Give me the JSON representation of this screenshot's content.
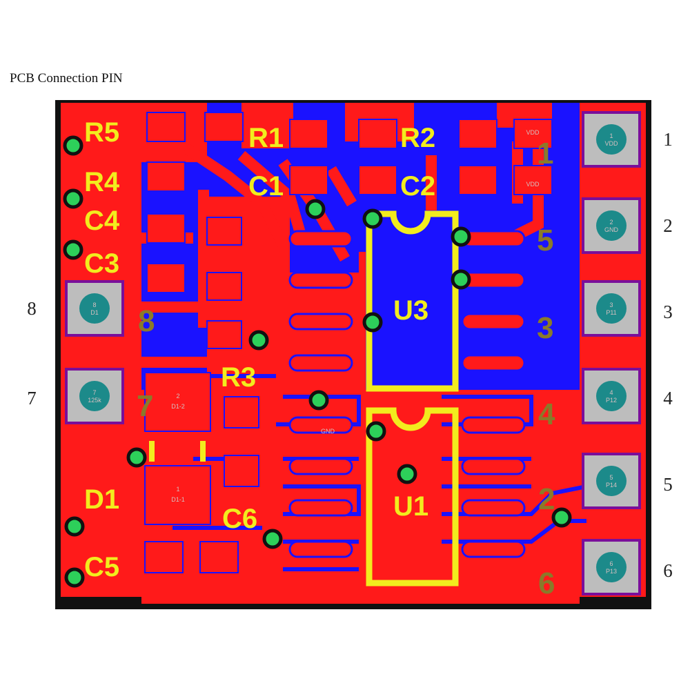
{
  "title": "PCB Connection PIN",
  "colors": {
    "board_bg": "#111111",
    "copper_top": "#ff1a1a",
    "copper_bottom": "#1a12ff",
    "silkscreen": "#f2ec1e",
    "via": "#2dd05a",
    "pad_gray": "#bdbdbd",
    "pad_outline": "#7a0e9a",
    "pad_center": "#1c8a8a",
    "legend_olive": "#8a7a2a"
  },
  "designators": {
    "r5": "R5",
    "r4": "R4",
    "c4": "C4",
    "c3": "C3",
    "r1": "R1",
    "c1": "C1",
    "r2": "R2",
    "c2": "C2",
    "r3": "R3",
    "u3": "U3",
    "u1": "U1",
    "c6": "C6",
    "d1": "D1",
    "c5": "C5"
  },
  "pins_right": [
    {
      "num": "1",
      "pad_label": "VDD",
      "pad_index": "1"
    },
    {
      "num": "2",
      "pad_label": "GND",
      "pad_index": "2"
    },
    {
      "num": "3",
      "pad_label": "P11",
      "pad_index": "3"
    },
    {
      "num": "4",
      "pad_label": "P12",
      "pad_index": "4"
    },
    {
      "num": "5",
      "pad_label": "P14",
      "pad_index": "5"
    },
    {
      "num": "6",
      "pad_label": "P13",
      "pad_index": "6"
    }
  ],
  "pins_left": [
    {
      "num": "8",
      "pad_label": "D1",
      "pad_index": "8"
    },
    {
      "num": "7",
      "pad_label": "125k",
      "pad_index": "7"
    }
  ],
  "small_labels": {
    "d1_2": "D1-2",
    "d1_2_idx": "2",
    "d1_1": "D1-1",
    "d1_1_idx": "1",
    "vdd": "VDD",
    "gnd": "GND",
    "vdd2": "VDD"
  },
  "legend_glyphs": {
    "g8": "8",
    "g7": "7",
    "g1": "1",
    "g5": "5",
    "g3": "3",
    "g4": "4",
    "g2": "2",
    "g6": "6"
  }
}
